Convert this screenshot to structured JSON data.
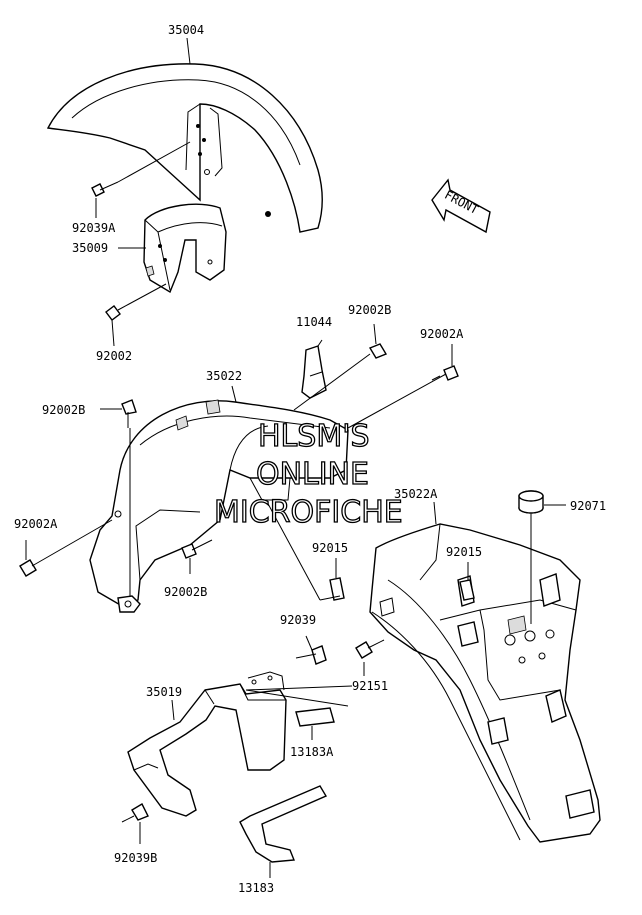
{
  "labels": {
    "p35004": "35004",
    "p92039A": "92039A",
    "p35009": "35009",
    "p92002_top": "92002",
    "p11044": "11044",
    "p92002B_top": "92002B",
    "p92002A_top": "92002A",
    "p35022": "35022",
    "p92002B_left": "92002B",
    "p92002A_left": "92002A",
    "p92002B_mid": "92002B",
    "p35022A": "35022A",
    "p92071": "92071",
    "p92015_a": "92015",
    "p92015_b": "92015",
    "p92039": "92039",
    "p92151": "92151",
    "p35019": "35019",
    "p13183A": "13183A",
    "p92039B": "92039B",
    "p13183": "13183"
  },
  "front_arrow": "FRONT",
  "watermark": {
    "line1": "HLSM'S",
    "line2": "ONLINE",
    "line3": "MICROFICHE"
  }
}
